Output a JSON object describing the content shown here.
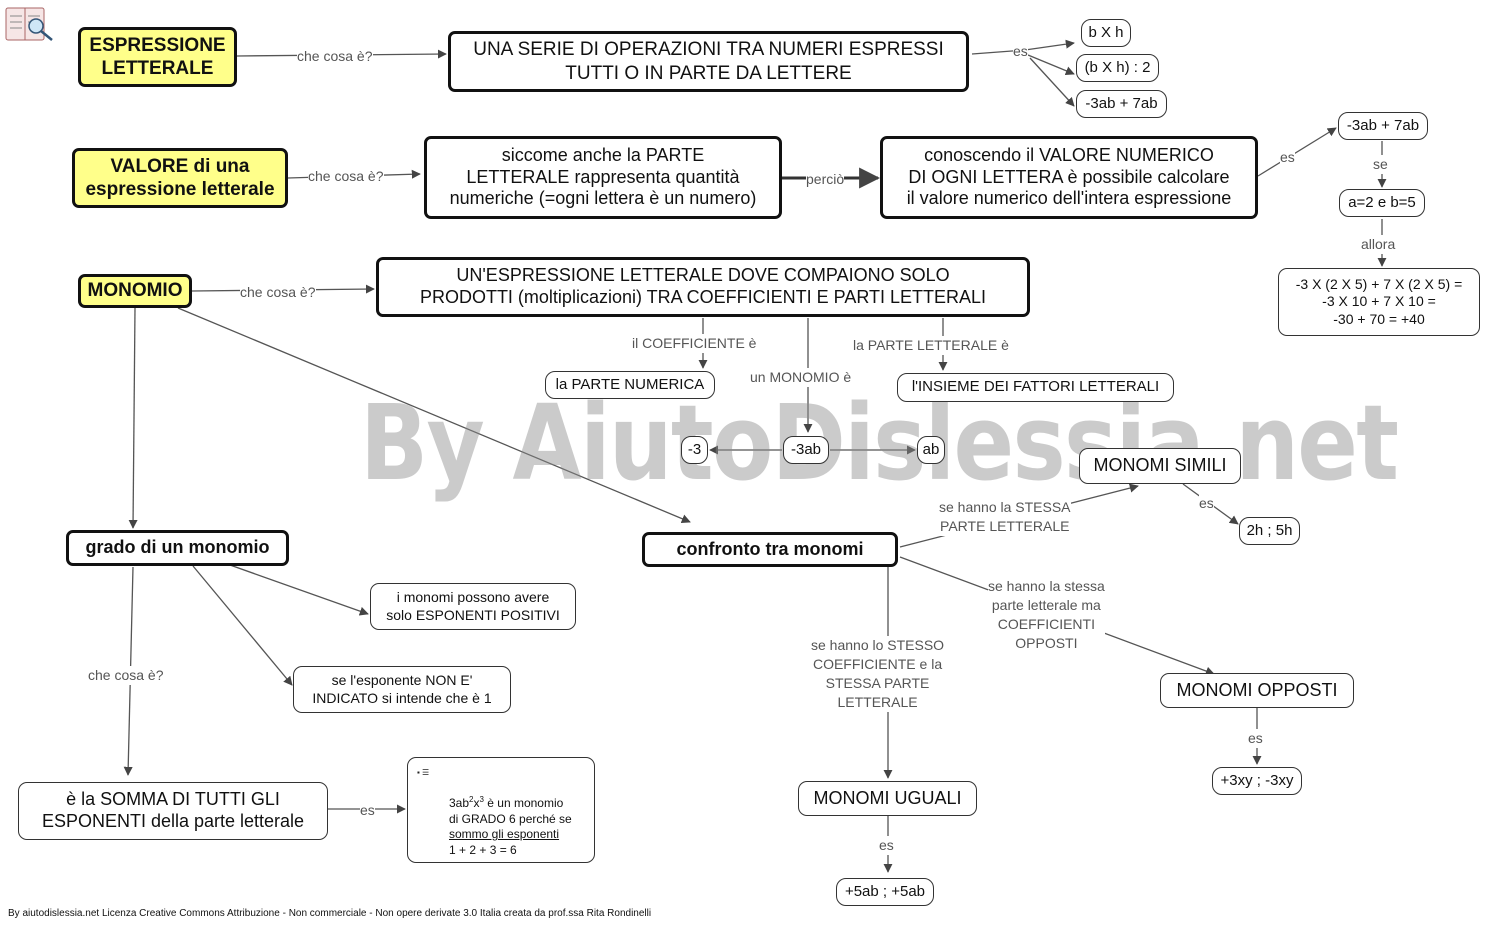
{
  "watermark": "By AiutoDislessia.net",
  "footer": "By aiutodislessia.net Licenza Creative Commons Attribuzione - Non commerciale - Non opere derivate 3.0 Italia creata da prof.ssa Rita Rondinelli",
  "nodes": {
    "espressione_letterale": "ESPRESSIONE\nLETTERALE",
    "espressione_def": "UNA SERIE DI OPERAZIONI TRA NUMERI ESPRESSI\nTUTTI O IN PARTE DA LETTERE",
    "ex_bxh": "b X h",
    "ex_bxh2": "(b X h) : 2",
    "ex_3ab7ab": "-3ab + 7ab",
    "valore": "VALORE di una\nespressione letterale",
    "valore_def1": "siccome anche la PARTE\nLETTERALE rappresenta quantità\nnumeriche (=ogni lettera è un numero)",
    "valore_def2": "conoscendo il VALORE NUMERICO\nDI OGNI LETTERA è possibile calcolare\nil valore numerico dell'intera espressione",
    "ex_val": "-3ab + 7ab",
    "ex_ab": "a=2 e b=5",
    "ex_calc": "-3 X (2 X 5) + 7 X (2 X 5) =\n-3 X 10 + 7 X 10 =\n-30 + 70 = +40",
    "monomio": "MONOMIO",
    "monomio_def": "UN'ESPRESSIONE LETTERALE DOVE COMPAIONO SOLO\nPRODOTTI (moltiplicazioni) TRA COEFFICIENTI E PARTI LETTERALI",
    "parte_numerica": "la PARTE NUMERICA",
    "fattori_letterali": "l'INSIEME DEI FATTORI LETTERALI",
    "m3": "-3",
    "m3ab": "-3ab",
    "mab": "ab",
    "grado": "grado di un monomio",
    "esponenti_positivi": "i monomi possono avere\nsolo ESPONENTI POSITIVI",
    "esponente_non": "se l'esponente NON E'\nINDICATO si intende che è 1",
    "somma": "è la SOMMA DI TUTTI GLI\nESPONENTI della parte letterale",
    "confronto": "confronto tra monomi",
    "simili": "MONOMI SIMILI",
    "ex_simili": "2h ; 5h",
    "uguali": "MONOMI UGUALI",
    "ex_uguali": "+5ab ; +5ab",
    "opposti": "MONOMI OPPOSTI",
    "ex_opposti": "+3xy ; -3xy"
  },
  "note": {
    "mark": "▪ ☰",
    "line1_pre": "3ab",
    "line1_sup1": "2",
    "line1_mid": "x",
    "line1_sup2": "3",
    "line1_post": " è un monomio",
    "line2": "di GRADO 6 perché se",
    "line3": "sommo gli esponenti",
    "line4": "1 + 2 + 3 = 6"
  },
  "labels": {
    "che_cosa_1": "che cosa è?",
    "es_1": "es",
    "che_cosa_2": "che cosa è?",
    "percio": "perciò",
    "es_2": "es",
    "se": "se",
    "allora": "allora",
    "che_cosa_3": "che cosa è?",
    "il_coefficiente": "il COEFFICIENTE è",
    "un_monomio": "un MONOMIO è",
    "la_parte_letterale": "la PARTE LETTERALE è",
    "che_cosa_4": "che cosa è?",
    "es_3": "es",
    "se_stessa_parte": "se hanno la STESSA\nPARTE LETTERALE",
    "es_4": "es",
    "se_stesso_coeff": "se hanno lo STESSO\nCOEFFICIENTE e la\nSTESSA PARTE\nLETTERALE",
    "es_5": "es",
    "se_coeff_opposti": "se hanno la stessa\nparte letterale ma\nCOEFFICIENTI\nOPPOSTI",
    "es_6": "es"
  },
  "icons": [
    "book-map-icon"
  ]
}
